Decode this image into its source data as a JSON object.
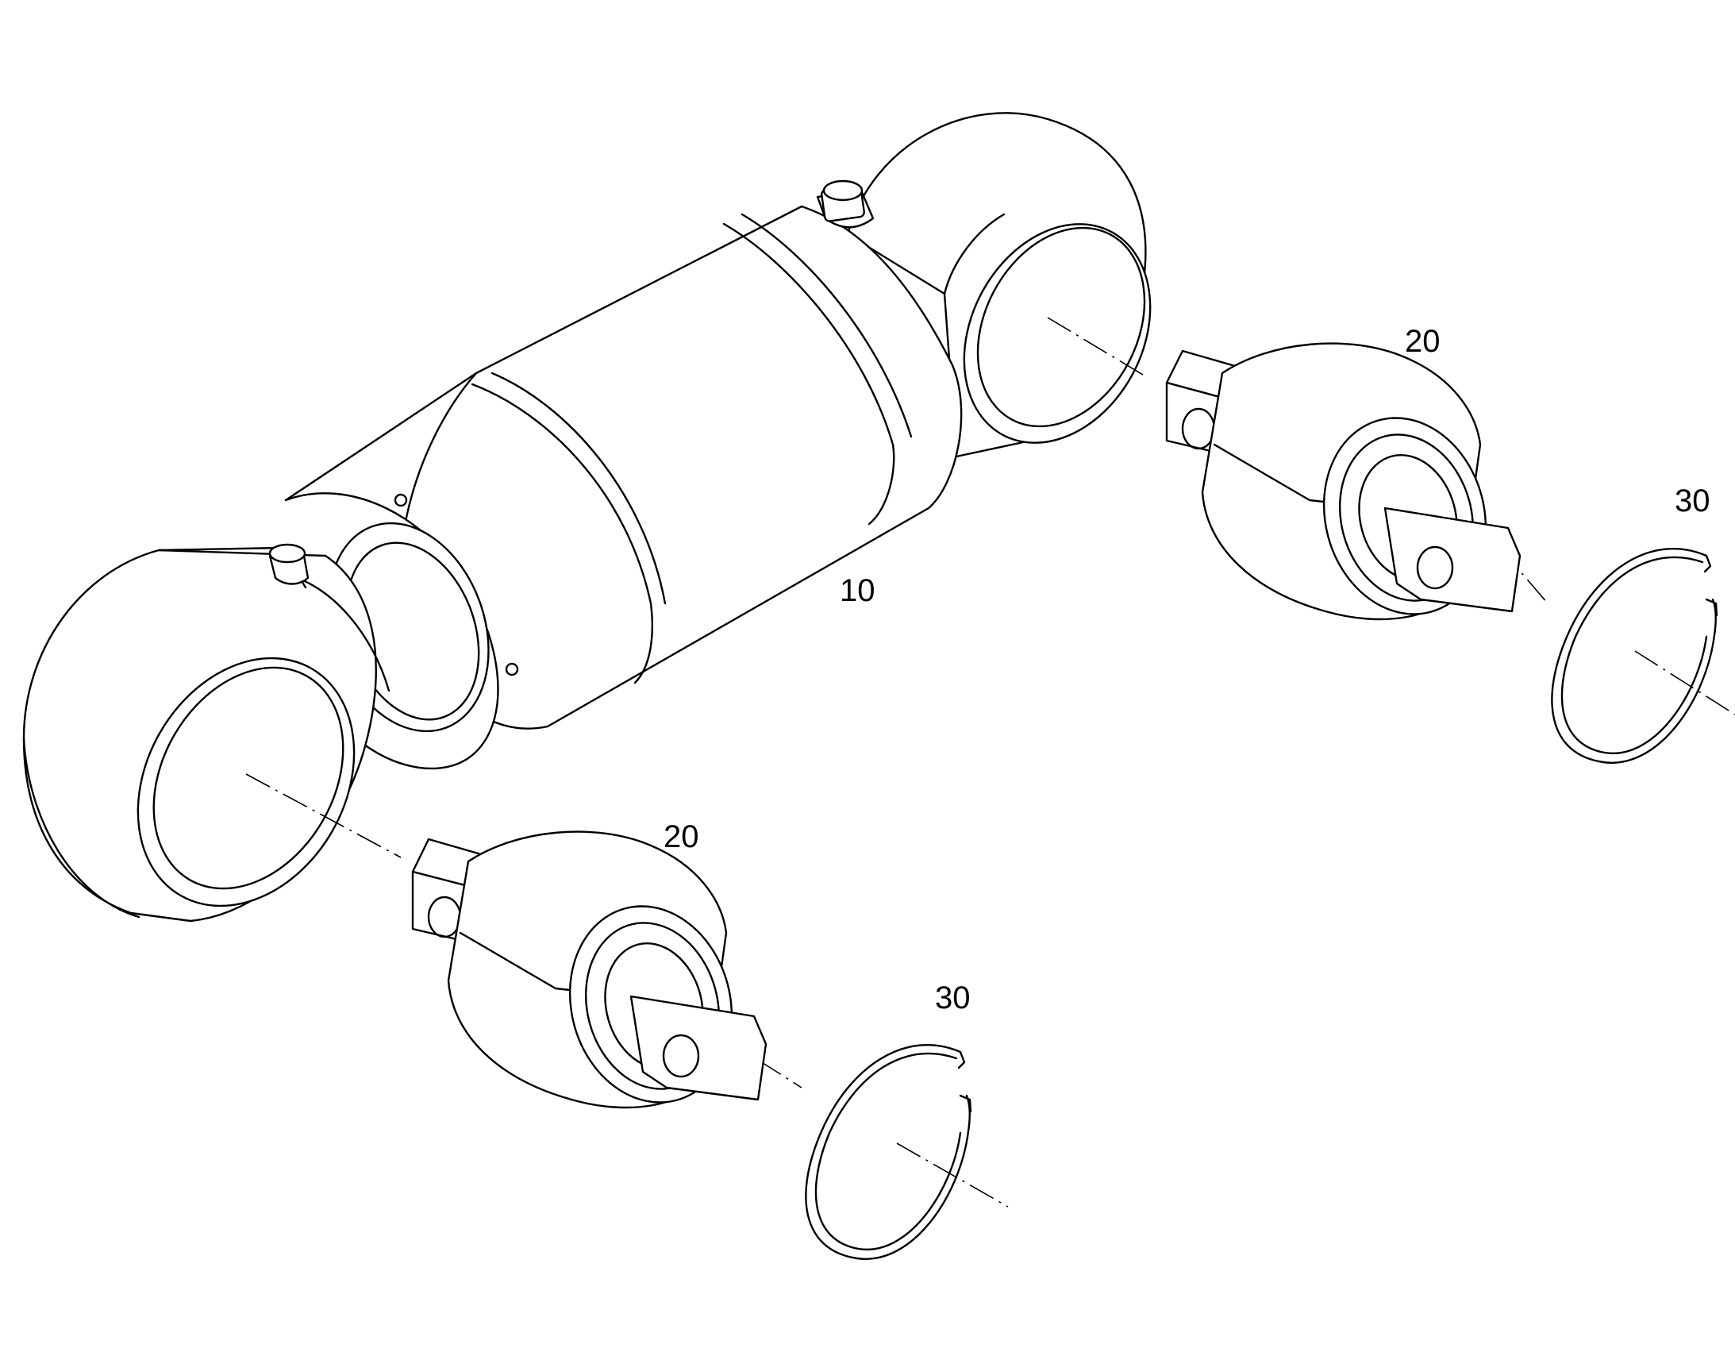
{
  "callouts": {
    "cylinder": "10",
    "bearing_upper": "20",
    "bearing_lower": "20",
    "ring_upper": "30",
    "ring_lower": "30"
  },
  "colors": {
    "line": "#000000",
    "background": "#ffffff"
  }
}
